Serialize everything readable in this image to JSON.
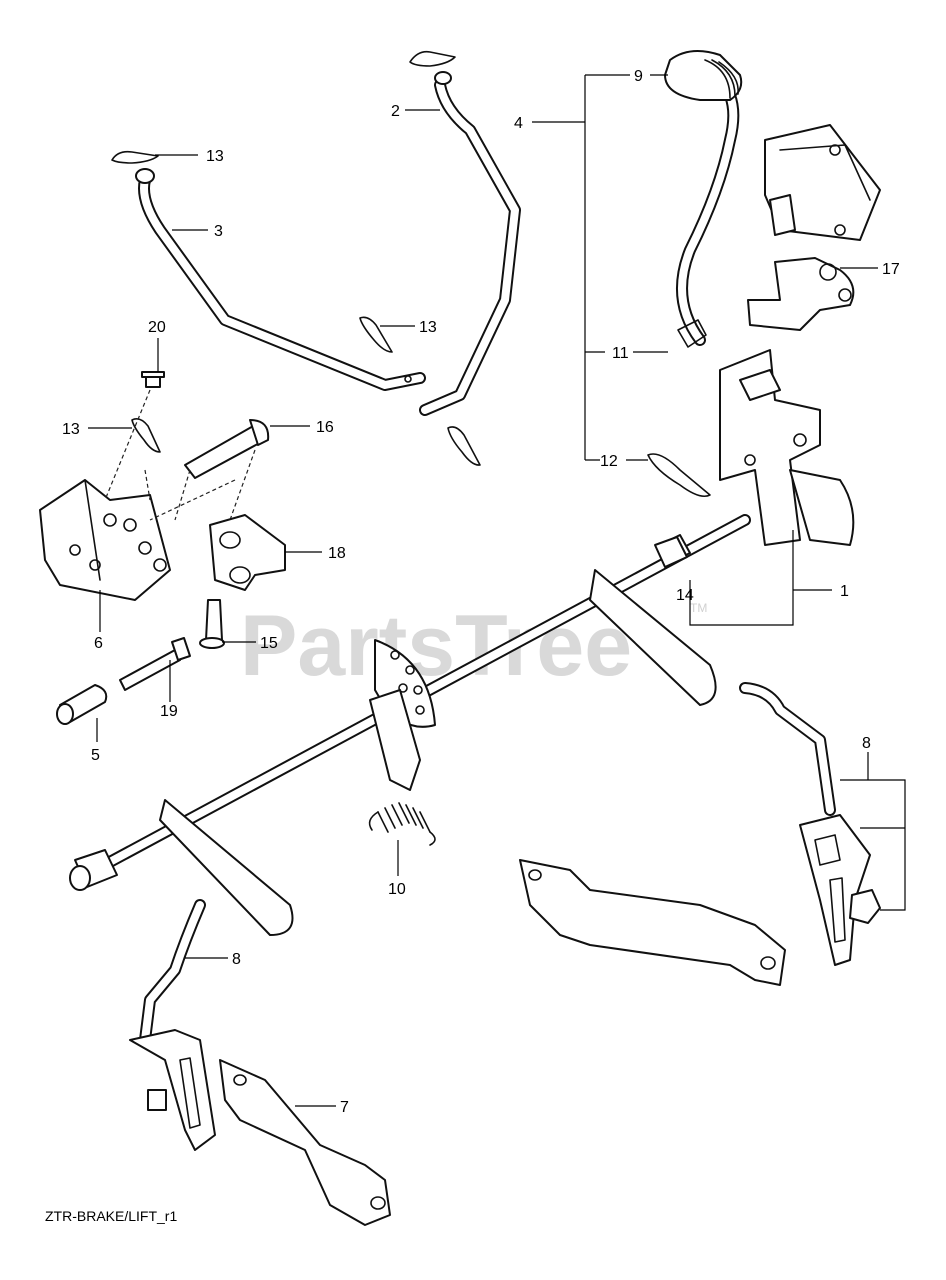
{
  "watermark": {
    "text": "PartsTree",
    "mark": "TM"
  },
  "diagram_id": "ZTR-BRAKE/LIFT_r1",
  "callouts": [
    "1",
    "2",
    "3",
    "4",
    "5",
    "6",
    "7",
    "8",
    "8",
    "9",
    "10",
    "11",
    "12",
    "13",
    "13",
    "13",
    "14",
    "15",
    "16",
    "17",
    "18",
    "19",
    "20"
  ]
}
